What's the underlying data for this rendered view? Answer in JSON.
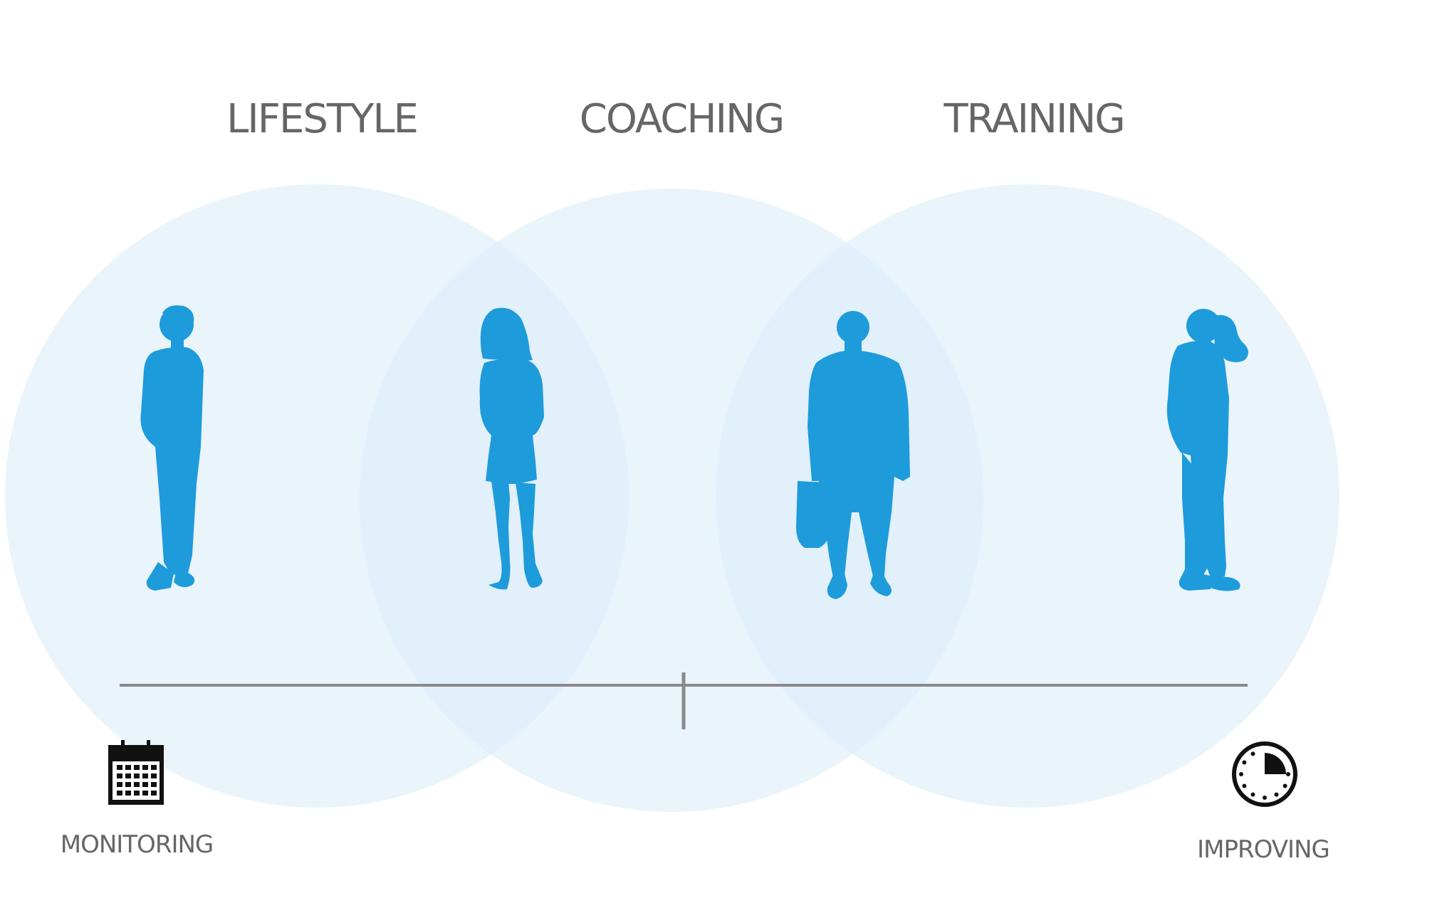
{
  "headings": {
    "lifestyle": "LIFESTYLE",
    "coaching": "COACHING",
    "training": "TRAINING"
  },
  "timeline": {
    "start_label": "MONITORING",
    "end_label": "IMPROVING",
    "start_icon": "calendar-icon",
    "end_icon": "clock-icon"
  },
  "colors": {
    "circle_fill": "#dcedf9",
    "figure": "#1e9bdb",
    "timeline": "#8a8a8a",
    "text": "#666666",
    "icon": "#111111"
  }
}
